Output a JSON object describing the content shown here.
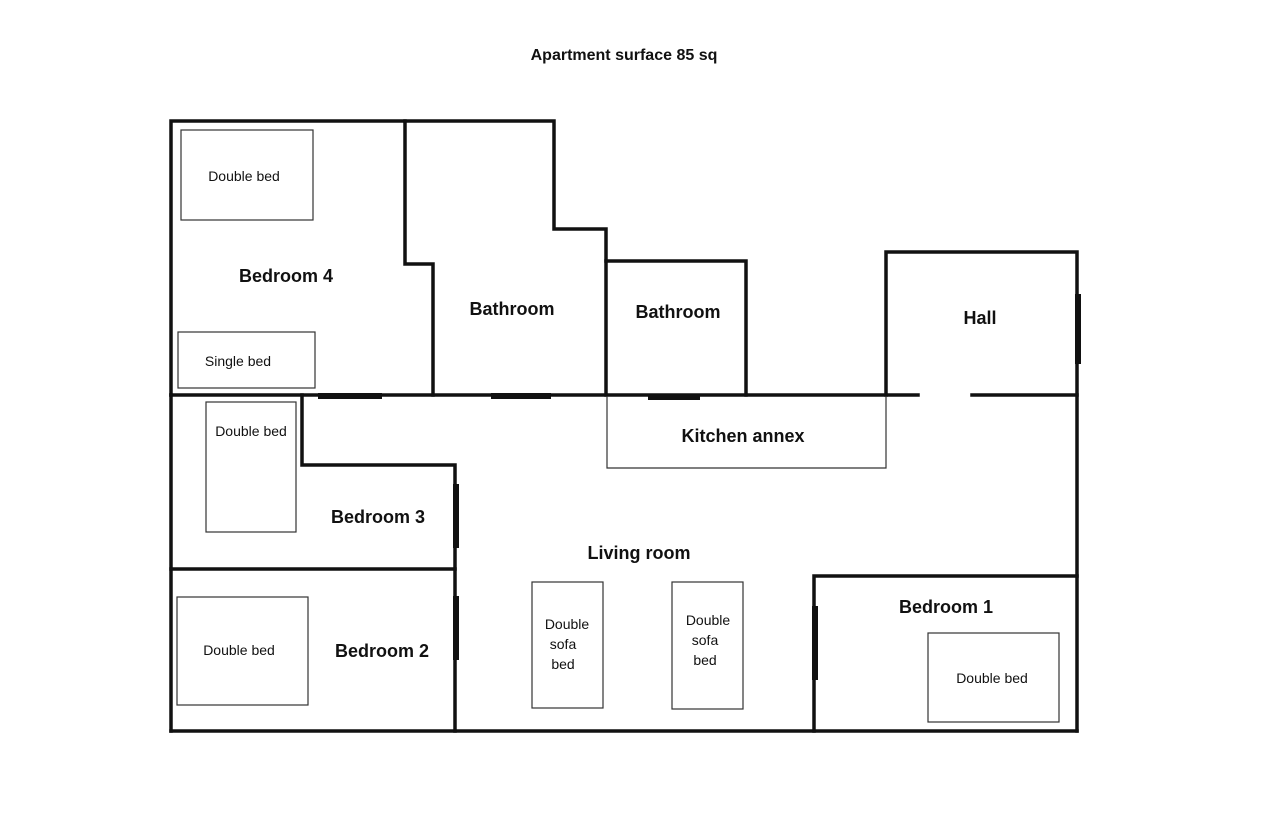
{
  "title": "Apartment surface 85 sq",
  "rooms": {
    "bedroom4": "Bedroom 4",
    "bathroom_left": "Bathroom",
    "bathroom_right": "Bathroom",
    "hall": "Hall",
    "kitchen": "Kitchen annex",
    "bedroom3": "Bedroom 3",
    "living": "Living room",
    "bedroom2": "Bedroom 2",
    "bedroom1": "Bedroom 1"
  },
  "furniture": {
    "b4_double": "Double bed",
    "b4_single": "Single bed",
    "b3_double": "Double bed",
    "b2_double": "Double bed",
    "b1_double": "Double bed",
    "sofa1": [
      "Double",
      "sofa",
      "bed"
    ],
    "sofa2": [
      "Double",
      "sofa",
      "bed"
    ]
  }
}
